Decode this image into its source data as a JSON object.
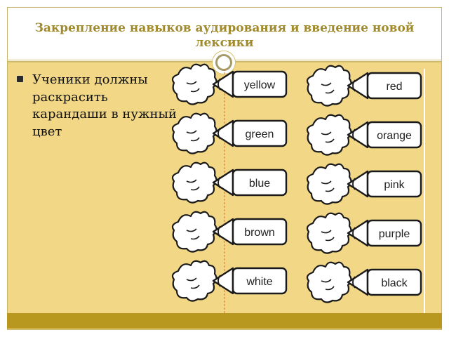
{
  "slide": {
    "title": "Закрепление навыков аудирования и введение новой лексики",
    "bullet_text": "Ученики должны раскрасить карандаши в нужный цвет"
  },
  "worksheet": {
    "pencils_left": [
      "yellow",
      "green",
      "blue",
      "brown",
      "white"
    ],
    "pencils_right": [
      "red",
      "orange",
      "pink",
      "purple",
      "black"
    ]
  },
  "colors": {
    "background": "#f2d787",
    "title_text": "#a08a2c",
    "bottom_bar": "#b8981e",
    "divider_dashed": "#e0762a"
  }
}
